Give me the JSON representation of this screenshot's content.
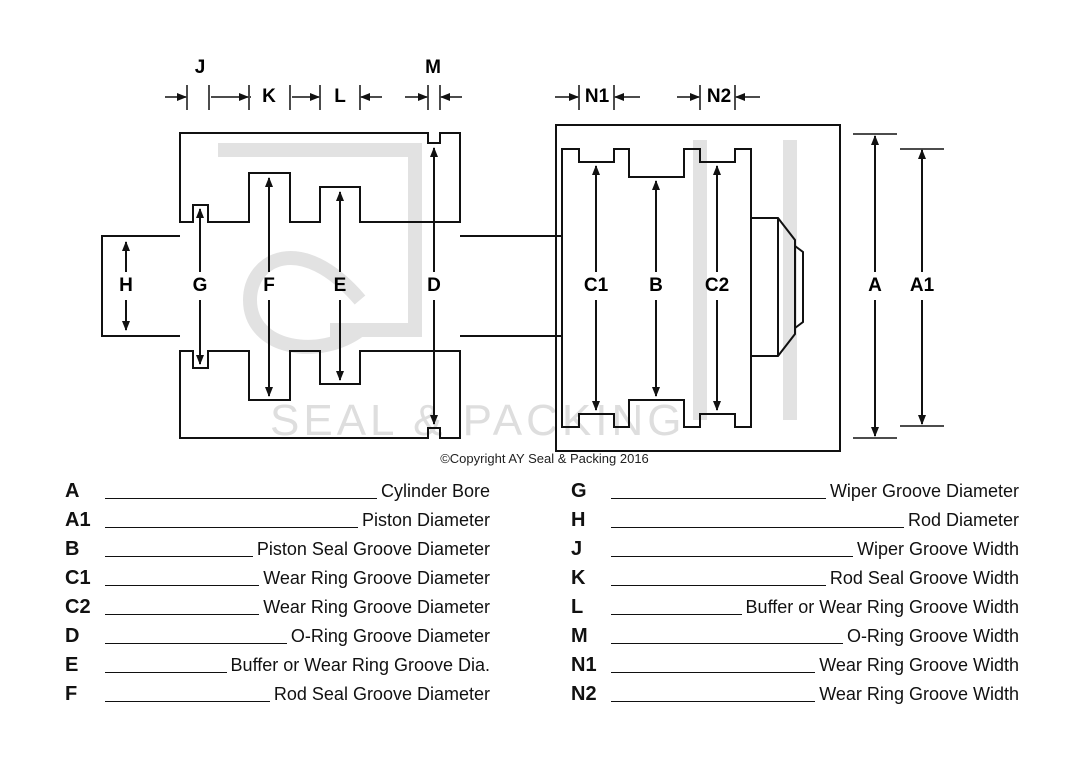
{
  "diagram": {
    "labels": {
      "J": "J",
      "K": "K",
      "L": "L",
      "M": "M",
      "N1": "N1",
      "N2": "N2",
      "H": "H",
      "G": "G",
      "F": "F",
      "E": "E",
      "D": "D",
      "C1": "C1",
      "B": "B",
      "C2": "C2",
      "A": "A",
      "A1": "A1"
    },
    "watermark": "SEAL & PACKING",
    "copyright": "©Copyright AY Seal & Packing 2016"
  },
  "legend": {
    "left": [
      {
        "key": "A",
        "desc": "Cylinder Bore"
      },
      {
        "key": "A1",
        "desc": "Piston Diameter"
      },
      {
        "key": "B",
        "desc": "Piston Seal Groove Diameter"
      },
      {
        "key": "C1",
        "desc": "Wear Ring Groove Diameter"
      },
      {
        "key": "C2",
        "desc": "Wear Ring Groove Diameter"
      },
      {
        "key": "D",
        "desc": "O-Ring Groove Diameter"
      },
      {
        "key": "E",
        "desc": "Buffer or Wear Ring Groove Dia."
      },
      {
        "key": "F",
        "desc": "Rod Seal Groove Diameter"
      }
    ],
    "right": [
      {
        "key": "G",
        "desc": "Wiper Groove Diameter"
      },
      {
        "key": "H",
        "desc": "Rod Diameter"
      },
      {
        "key": "J",
        "desc": "Wiper Groove Width"
      },
      {
        "key": "K",
        "desc": "Rod Seal Groove Width"
      },
      {
        "key": "L",
        "desc": "Buffer or Wear Ring Groove Width"
      },
      {
        "key": "M",
        "desc": "O-Ring Groove Width"
      },
      {
        "key": "N1",
        "desc": "Wear Ring Groove Width"
      },
      {
        "key": "N2",
        "desc": "Wear Ring Groove Width"
      }
    ]
  }
}
